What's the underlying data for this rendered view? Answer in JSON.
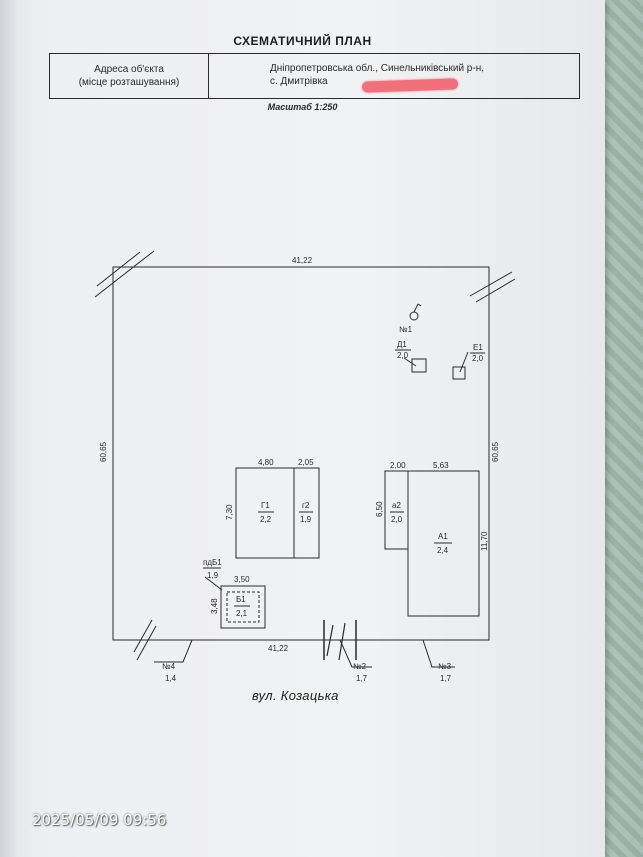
{
  "document": {
    "title": "СХЕМАТИЧНИЙ ПЛАН",
    "address_label_line1": "Адреса об'єкта",
    "address_label_line2": "(місце розташування)",
    "address_value_line1": "Дніпропетровська обл., Синельниківський р-н,",
    "address_value_line2": "с. Дмитрівка",
    "scale": "Масштаб 1:250"
  },
  "plot": {
    "top_length": "41,22",
    "bottom_length": "41,22",
    "left_length": "60,65",
    "right_length": "60,65"
  },
  "buildings": {
    "g1": {
      "name": "Г1",
      "floors": "2,2",
      "width": "4,80",
      "depth": "7,30"
    },
    "g2": {
      "name": "г2",
      "floors": "1,9",
      "width": "2,05"
    },
    "a1": {
      "name": "А1",
      "floors": "2,4",
      "width": "5,63",
      "depth": "11,70"
    },
    "a2": {
      "name": "а2",
      "floors": "2,0",
      "width": "2,00",
      "depth": "6,50"
    },
    "b1": {
      "name": "Б1",
      "floors": "2,1",
      "width": "3,50",
      "depth": "3,48"
    },
    "pdb1": {
      "name": "пдБ1",
      "floors": "1,9"
    },
    "d1": {
      "name": "Д1",
      "floors": "2,0"
    },
    "e1": {
      "name": "Е1",
      "floors": "2,0"
    },
    "well": {
      "name": "№1"
    }
  },
  "fences": {
    "n2": {
      "name": "№2",
      "height": "1,7"
    },
    "n3": {
      "name": "№3",
      "height": "1,7"
    },
    "n4": {
      "name": "№4",
      "height": "1,4"
    }
  },
  "street": "вул. Козацька",
  "timestamp": "2025/05/09 09:56"
}
